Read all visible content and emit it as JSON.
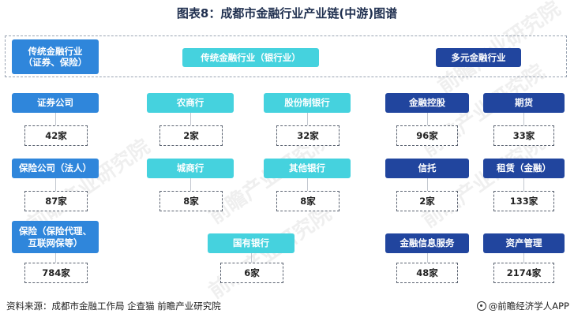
{
  "title": "图表8：成都市金融行业产业链(中游)图谱",
  "categories": {
    "traditional_securities": "传统金融行业\n（证券、保险）",
    "traditional_bank": "传统金融行业（银行业）",
    "diversified": "多元金融行业"
  },
  "nodes": {
    "securities": {
      "label": "证券公司",
      "count": "42家"
    },
    "insurance": {
      "label": "保险公司（法人）",
      "count": "87家"
    },
    "insurance_agency": {
      "label": "保险（保险代理、\n互联网保等）",
      "count": "784家"
    },
    "rural_bank": {
      "label": "农商行",
      "count": "2家"
    },
    "city_bank": {
      "label": "城商行",
      "count": "8家"
    },
    "joint_stock_bank": {
      "label": "股份制银行",
      "count": "32家"
    },
    "other_bank": {
      "label": "其他银行",
      "count": "8家"
    },
    "state_bank": {
      "label": "国有银行",
      "count": "6家"
    },
    "holding": {
      "label": "金融控股",
      "count": "96家"
    },
    "futures": {
      "label": "期货",
      "count": "33家"
    },
    "trust": {
      "label": "信托",
      "count": "2家"
    },
    "leasing": {
      "label": "租赁（金融）",
      "count": "133家"
    },
    "info_service": {
      "label": "金融信息服务",
      "count": "48家"
    },
    "asset_mgmt": {
      "label": "资产管理",
      "count": "2174家"
    }
  },
  "footer": {
    "source": "资料来源：成都市金融工作局 企查猫 前瞻产业研究院",
    "brand": "@前瞻经济学人APP"
  },
  "watermark": "前瞻产业研究院",
  "colors": {
    "blue": "#2f86db",
    "cyan": "#45d2de",
    "navy": "#21459e"
  }
}
